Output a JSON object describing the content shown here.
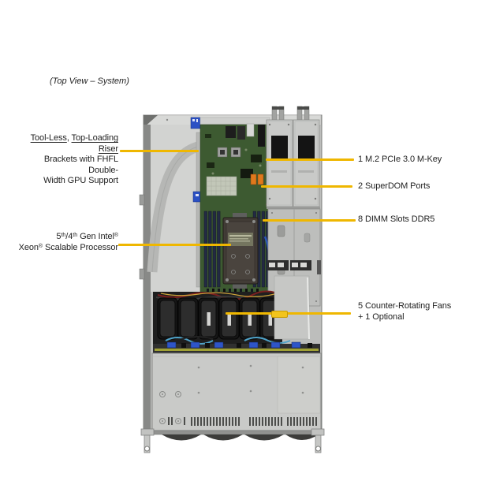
{
  "title": "(Top View – System)",
  "colors": {
    "leader_line": "#EFB700",
    "label_text": "#222222",
    "motherboard_green": "#3d5a31",
    "chassis_gray": "#c9cac8",
    "sticker_blue": "#2b50c4",
    "superdom_orange": "#e0791c"
  },
  "callouts": {
    "riser": {
      "underlined_1": "Tool-Less",
      "separator": ", ",
      "underlined_2": "Top-Loading Riser",
      "line2": "Brackets with FHFL Double-",
      "line3": "Width GPU Support"
    },
    "cpu": {
      "l1_p1": "5",
      "l1_sup1": "th",
      "l1_p2": "/4",
      "l1_sup2": "th",
      "l1_p3": " Gen Intel",
      "l1_sup3": "®",
      "l2_p1": "Xeon",
      "l2_sup1": "®",
      "l2_p2": " Scalable Processor"
    },
    "m2": "1 M.2 PCIe 3.0 M-Key",
    "superdom": "2 SuperDOM Ports",
    "dimm": "8 DIMM Slots DDR5",
    "fans_line1": "5 Counter-Rotating Fans",
    "fans_line2": "+ 1 Optional"
  }
}
